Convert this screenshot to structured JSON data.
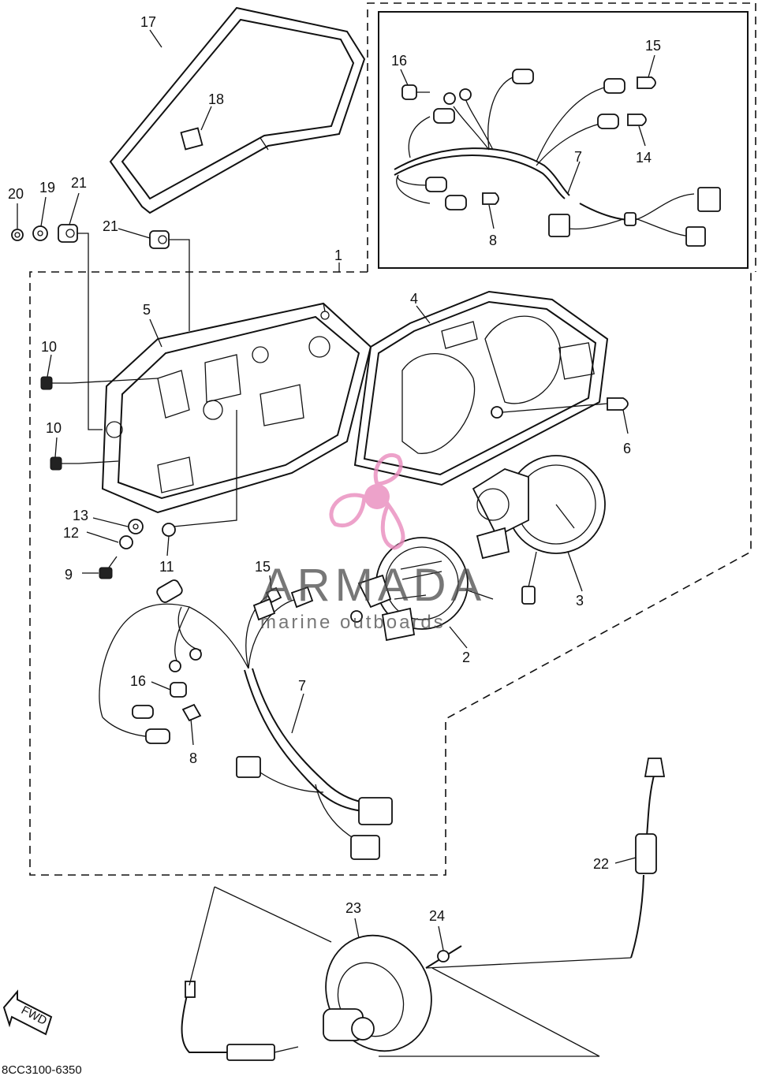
{
  "diagram": {
    "callouts": [
      {
        "id": "c1",
        "text": "1"
      },
      {
        "id": "c2",
        "text": "2"
      },
      {
        "id": "c3",
        "text": "3"
      },
      {
        "id": "c4",
        "text": "4"
      },
      {
        "id": "c5",
        "text": "5"
      },
      {
        "id": "c6",
        "text": "6"
      },
      {
        "id": "c7a",
        "text": "7"
      },
      {
        "id": "c7b",
        "text": "7"
      },
      {
        "id": "c8a",
        "text": "8"
      },
      {
        "id": "c8b",
        "text": "8"
      },
      {
        "id": "c9",
        "text": "9"
      },
      {
        "id": "c10a",
        "text": "10"
      },
      {
        "id": "c10b",
        "text": "10"
      },
      {
        "id": "c11",
        "text": "11"
      },
      {
        "id": "c12",
        "text": "12"
      },
      {
        "id": "c13",
        "text": "13"
      },
      {
        "id": "c14",
        "text": "14"
      },
      {
        "id": "c15a",
        "text": "15"
      },
      {
        "id": "c15b",
        "text": "15"
      },
      {
        "id": "c16a",
        "text": "16"
      },
      {
        "id": "c16b",
        "text": "16"
      },
      {
        "id": "c17",
        "text": "17"
      },
      {
        "id": "c18",
        "text": "18"
      },
      {
        "id": "c19",
        "text": "19"
      },
      {
        "id": "c20",
        "text": "20"
      },
      {
        "id": "c21a",
        "text": "21"
      },
      {
        "id": "c21b",
        "text": "21"
      },
      {
        "id": "c22",
        "text": "22"
      },
      {
        "id": "c23",
        "text": "23"
      },
      {
        "id": "c24",
        "text": "24"
      }
    ],
    "fwd_label": "FWD",
    "diagram_code": "8CC3100-6350"
  },
  "watermark": {
    "brand": "ARMADA",
    "tagline": "marine outboards",
    "logo_color": "#e98bbd"
  }
}
